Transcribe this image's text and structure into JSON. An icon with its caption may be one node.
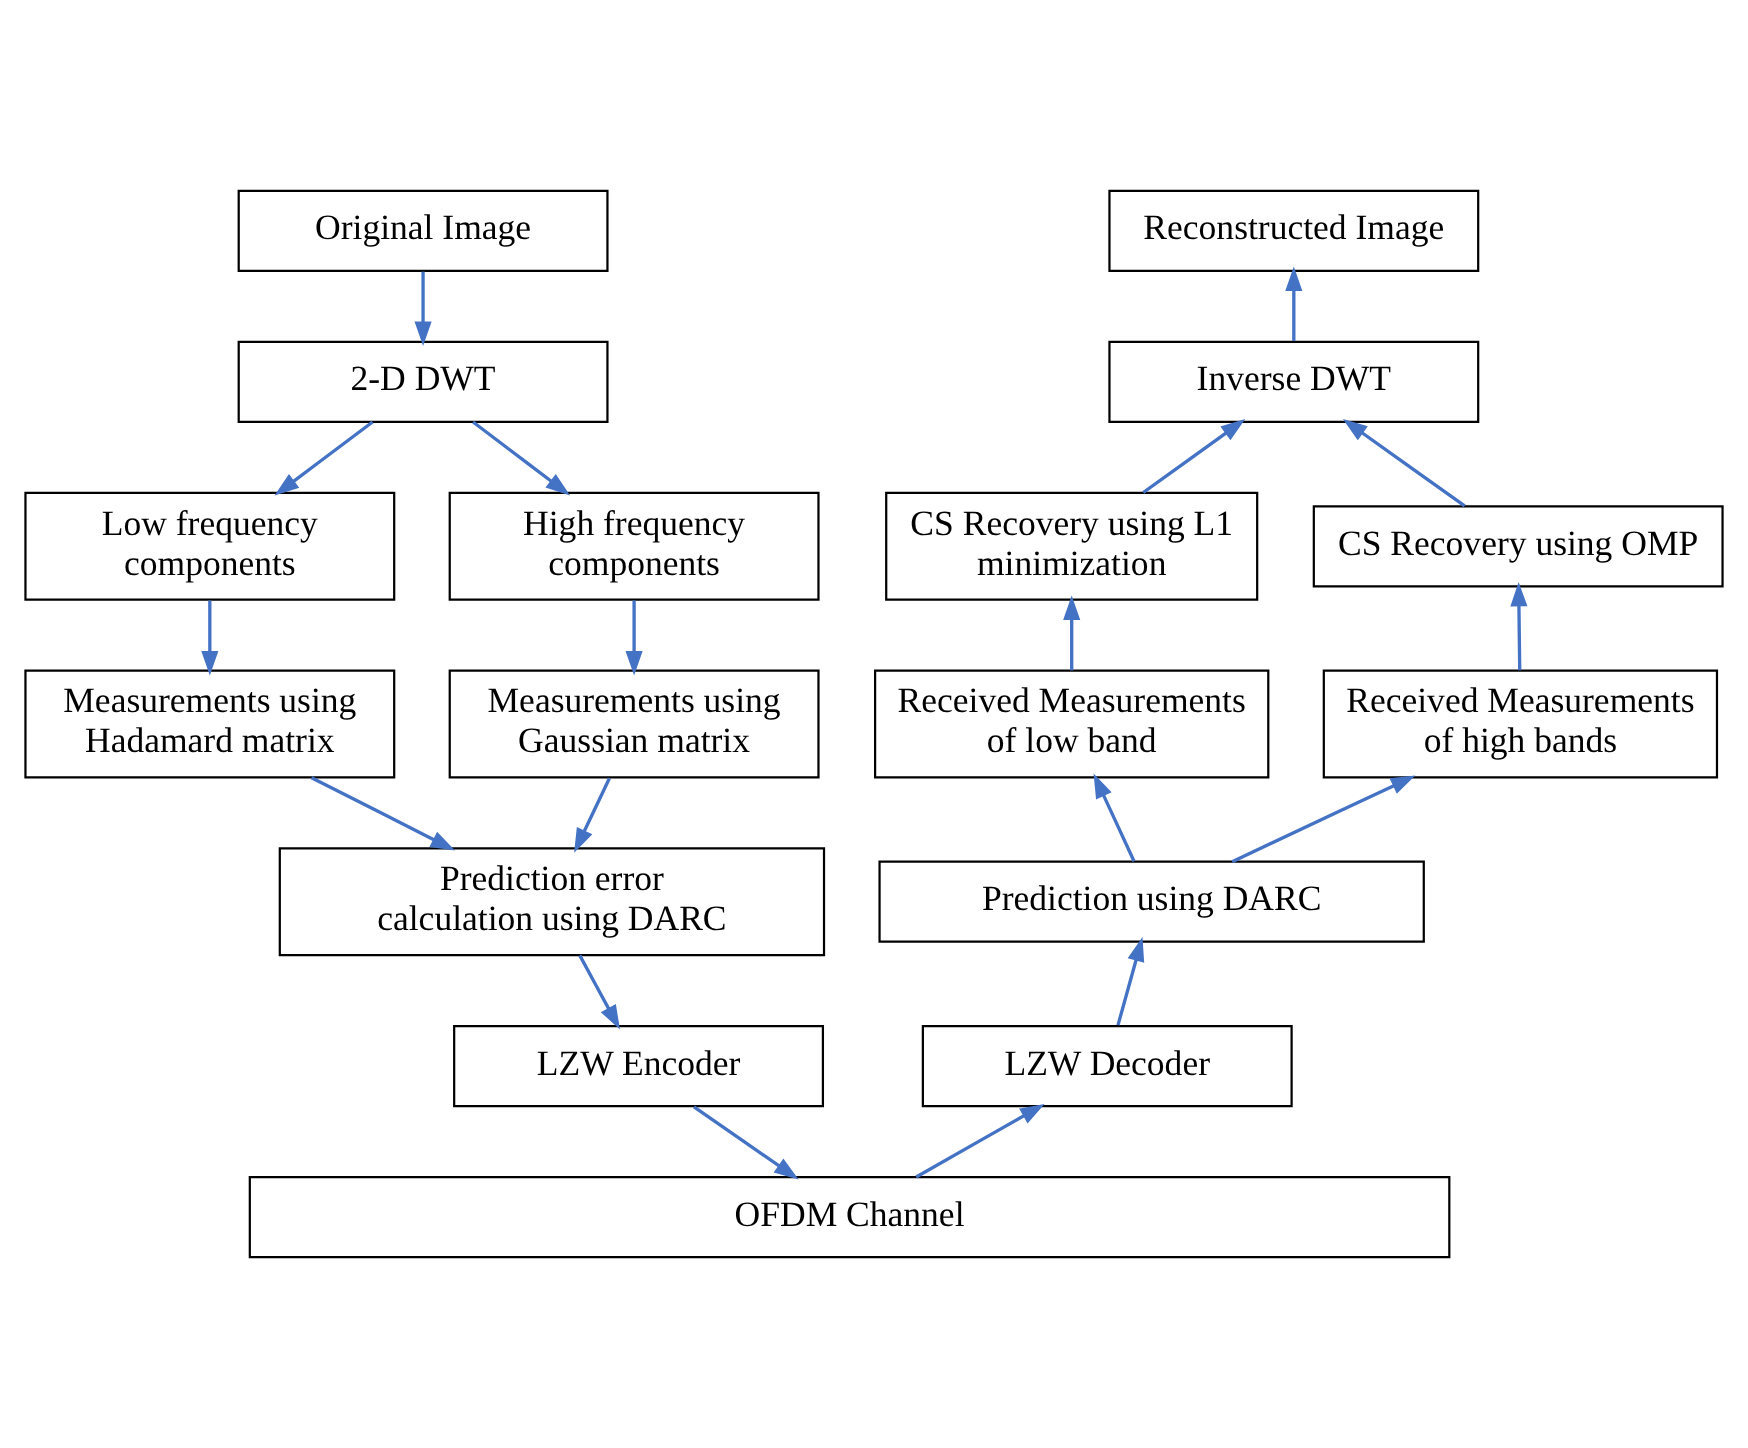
{
  "diagram": {
    "nodes": [
      {
        "text": [
          "Original Image"
        ]
      },
      {
        "text": [
          "2-D DWT"
        ]
      },
      {
        "text": [
          "Low frequency components"
        ]
      },
      {
        "text": [
          "High frequency components"
        ]
      },
      {
        "text": [
          "Measurements using Hadamard matrix"
        ]
      },
      {
        "text": [
          "Measurements using Gaussian matrix"
        ]
      },
      {
        "text": [
          "Prediction error calculation using DARC"
        ]
      },
      {
        "text": [
          "LZW Encoder"
        ]
      },
      {
        "text": [
          "OFDM Channel"
        ]
      },
      {
        "text": [
          "LZW Decoder"
        ]
      },
      {
        "text": [
          "Prediction using DARC"
        ]
      },
      {
        "text": [
          "Received Measurements of low band"
        ]
      },
      {
        "text": [
          "Received Measurements of high bands"
        ]
      },
      {
        "text": [
          "CS Recovery using L1 minimization"
        ]
      },
      {
        "text": [
          "CS Recovery using OMP"
        ]
      },
      {
        "text": [
          "Inverse DWT"
        ]
      },
      {
        "text": [
          "Reconstructed Image"
        ]
      }
    ],
    "edges": [
      {
        "from": 0,
        "to": 1,
        "arrow": "to"
      },
      {
        "from": 1,
        "to": 2,
        "arrow": "to"
      },
      {
        "from": 1,
        "to": 3,
        "arrow": "to"
      },
      {
        "from": 2,
        "to": 4,
        "arrow": "to"
      },
      {
        "from": 3,
        "to": 5,
        "arrow": "to"
      },
      {
        "from": 4,
        "to": 6,
        "arrow": "to"
      },
      {
        "from": 5,
        "to": 6,
        "arrow": "to"
      },
      {
        "from": 6,
        "to": 7,
        "arrow": "to"
      },
      {
        "from": 7,
        "to": 8,
        "arrow": "to"
      },
      {
        "from": 8,
        "to": 9,
        "arrow": "to"
      },
      {
        "from": 9,
        "to": 10,
        "arrow": "to"
      },
      {
        "from": 10,
        "to": 11,
        "arrow": "to"
      },
      {
        "from": 10,
        "to": 12,
        "arrow": "to"
      },
      {
        "from": 11,
        "to": 13,
        "arrow": "to"
      },
      {
        "from": 12,
        "to": 14,
        "arrow": "to"
      },
      {
        "from": 13,
        "to": 15,
        "arrow": "to"
      },
      {
        "from": 14,
        "to": 15,
        "arrow": "to"
      },
      {
        "from": 15,
        "to": 16,
        "arrow": "to"
      }
    ]
  }
}
